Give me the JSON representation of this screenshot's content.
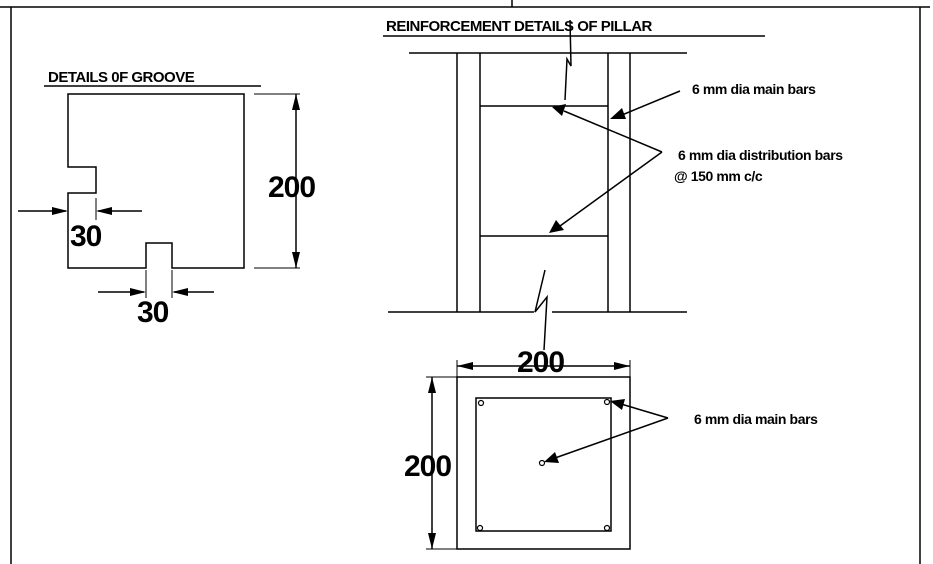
{
  "groove": {
    "title": "DETAILS  0F GROOVE",
    "dim_height": "200",
    "dim_groove_left": "30",
    "dim_groove_bottom": "30"
  },
  "pillar": {
    "title": "REINFORCEMENT DETAILS OF PILLAR",
    "main_bars_label": "6 mm dia main bars",
    "distribution_label": "6 mm dia distribution bars",
    "spacing_label": "@ 150 mm c/c"
  },
  "section": {
    "dim_width": "200",
    "dim_height": "200",
    "main_bars_label": "6 mm dia main bars"
  }
}
